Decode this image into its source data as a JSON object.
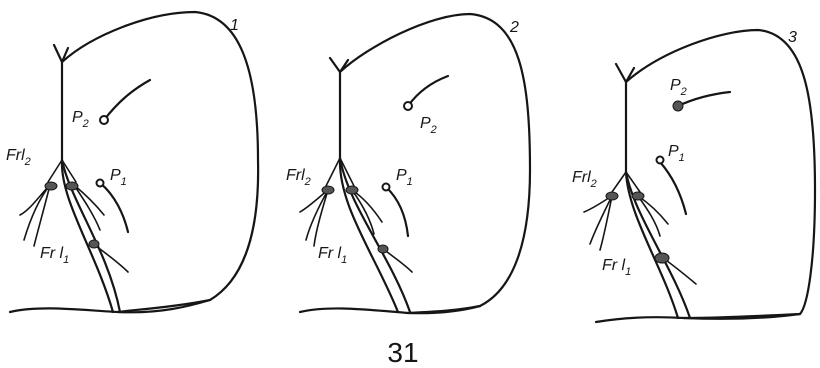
{
  "figure_number": "31",
  "panels": [
    {
      "number": "1",
      "labels": {
        "p2": {
          "base": "P",
          "sub": "2"
        },
        "p1": {
          "base": "P",
          "sub": "1"
        },
        "frl2": {
          "base": "Frl",
          "sub": "2"
        },
        "frl1": {
          "base": "Fr l",
          "sub": "1"
        }
      }
    },
    {
      "number": "2",
      "labels": {
        "p2": {
          "base": "P",
          "sub": "2"
        },
        "p1": {
          "base": "P",
          "sub": "1"
        },
        "frl2": {
          "base": "Frl",
          "sub": "2"
        },
        "frl1": {
          "base": "Fr l",
          "sub": "1"
        }
      }
    },
    {
      "number": "3",
      "labels": {
        "p2": {
          "base": "P",
          "sub": "2"
        },
        "p1": {
          "base": "P",
          "sub": "1"
        },
        "frl2": {
          "base": "Frl",
          "sub": "2"
        },
        "frl1": {
          "base": "Fr l",
          "sub": "1"
        }
      }
    }
  ]
}
